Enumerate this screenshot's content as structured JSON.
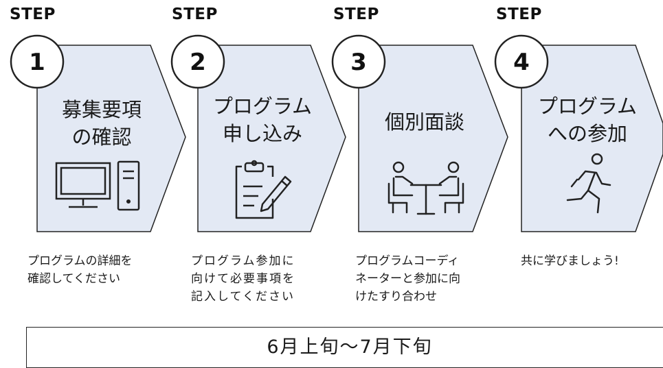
{
  "step_word": "STEP",
  "steps": [
    {
      "number": "1",
      "title_lines": [
        "募集要項",
        "の確認"
      ],
      "icon": "computer-icon",
      "description": "プログラムの詳細を\n確認してください"
    },
    {
      "number": "2",
      "title_lines": [
        "プログラム",
        "申し込み"
      ],
      "icon": "clipboard-pencil-icon",
      "description": "プログラム参加に\n向けて必要事項を\n記入してください"
    },
    {
      "number": "3",
      "title_lines": [
        "個別面談"
      ],
      "icon": "interview-icon",
      "description": "プログラムコーディ\nネーターと参加に向\nけたすり合わせ"
    },
    {
      "number": "4",
      "title_lines": [
        "プログラム",
        "への参加"
      ],
      "icon": "running-person-icon",
      "description": "共に学びましょう!"
    }
  ],
  "schedule": "6月上旬〜7月下旬",
  "colors": {
    "arrow_fill": "#e3e9f4",
    "stroke": "#222222",
    "circle_fill": "#ffffff"
  }
}
